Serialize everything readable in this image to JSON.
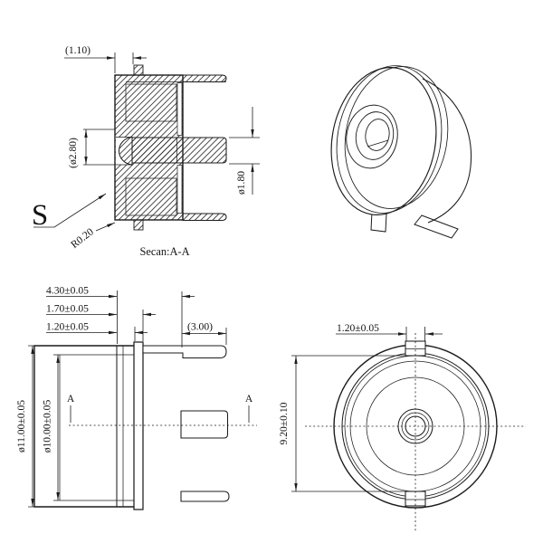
{
  "drawing": {
    "colors": {
      "line": "#1c1c1c",
      "background": "#ffffff"
    },
    "section_view": {
      "caption": "Secan:A-A",
      "dim_tab": "(1.10)",
      "dim_dome": "(ø2.80)",
      "dim_pin": "ø1.80",
      "radius_label": "R0.20",
      "zone_label": "S"
    },
    "side_view": {
      "dim_total": "4.30±0.05",
      "dim_flange": "1.70±0.05",
      "dim_step": "1.20±0.05",
      "dim_pin_length": "(3.00)",
      "dia_outer": "ø11.00±0.05",
      "dia_inner": "ø10.00±0.05",
      "cut_label_left": "A",
      "cut_label_right": "A"
    },
    "front_view": {
      "dim_tab": "1.20±0.05",
      "dim_across": "9.20±0.10"
    }
  }
}
